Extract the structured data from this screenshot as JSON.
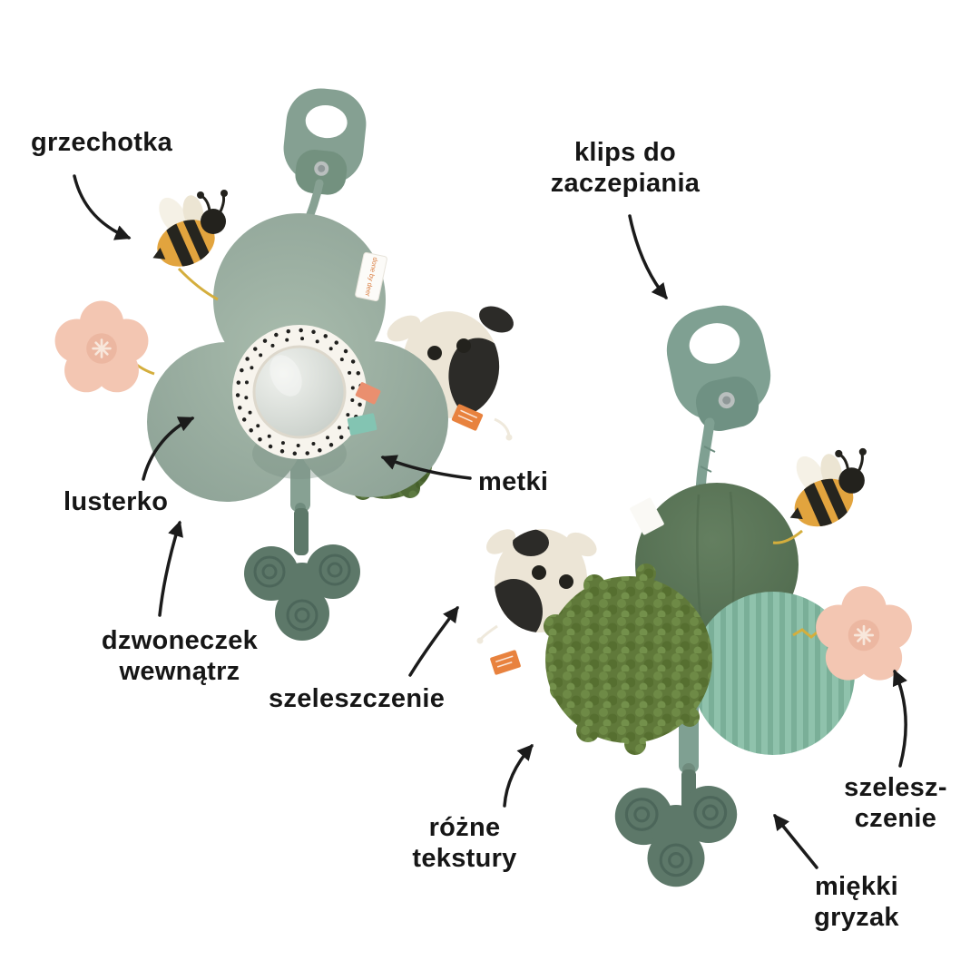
{
  "annotations": {
    "grzechotka": "grzechotka",
    "klips": "klips do\nzaczepiania",
    "lusterko": "lusterko",
    "metki": "metki",
    "dzwoneczek": "dzwoneczek\nwewnątrz",
    "szeleszczenie_front": "szeleszczenie",
    "rozne_tekstury": "różne\ntekstury",
    "szeleszczenie_back": "szelesz-\nczenie",
    "miekki_gryzak": "miękki\ngryzak"
  },
  "product": {
    "brand_tag": "done by deer"
  },
  "colors": {
    "background": "#ffffff",
    "text": "#161616",
    "arrow": "#1b1b1b",
    "body_sage": "#8ca195",
    "clip_green": "#7fa092",
    "teether_green": "#5d7869",
    "bee_yellow": "#e2a43e",
    "flower_pink": "#f3c6b2",
    "cow_cream": "#ece5d6",
    "spot_black": "#2c2b28",
    "orange_tag": "#e8823e",
    "noodle_green": "#60793a",
    "corduroy_mint": "#8fc2ac",
    "velvet_green": "#5a775a",
    "string_yellow": "#d4ae3d",
    "mirror_ring": "#f7f4ed"
  }
}
